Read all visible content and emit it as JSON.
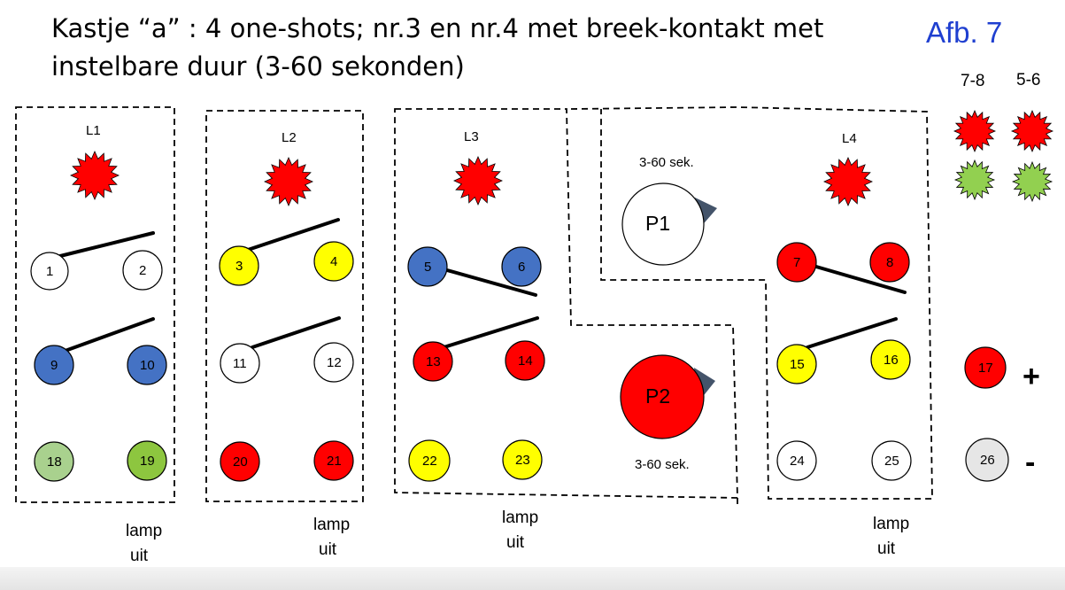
{
  "title": {
    "line1": "Kastje “a” : 4 one-shots; nr.3 en nr.4  met  breek-kontakt met",
    "line2": "instelbare duur (3-60 sekonden)",
    "figure_label": "Afb. 7"
  },
  "lamp_labels": {
    "L1": "L1",
    "L2": "L2",
    "L3": "L3",
    "L4": "L4"
  },
  "legend": {
    "col1": "7-8",
    "col2": "5-6"
  },
  "colors": {
    "white": "#ffffff",
    "yellow": "#ffff00",
    "blue": "#4472c4",
    "red": "#ff0000",
    "light_green": "#a9d18e",
    "green": "#8dc63f",
    "grey": "#e6e6e6",
    "lamp_red": "#ff0000",
    "indicator_green": "#92d050",
    "pump_tip": "#44546a"
  },
  "terminals": [
    {
      "num": "1",
      "color": "white"
    },
    {
      "num": "2",
      "color": "white"
    },
    {
      "num": "3",
      "color": "yellow"
    },
    {
      "num": "4",
      "color": "yellow"
    },
    {
      "num": "5",
      "color": "blue"
    },
    {
      "num": "6",
      "color": "blue"
    },
    {
      "num": "7",
      "color": "red"
    },
    {
      "num": "8",
      "color": "red"
    },
    {
      "num": "9",
      "color": "blue"
    },
    {
      "num": "10",
      "color": "blue"
    },
    {
      "num": "11",
      "color": "white"
    },
    {
      "num": "12",
      "color": "white"
    },
    {
      "num": "13",
      "color": "red"
    },
    {
      "num": "14",
      "color": "red"
    },
    {
      "num": "15",
      "color": "yellow"
    },
    {
      "num": "16",
      "color": "yellow"
    },
    {
      "num": "17",
      "color": "red"
    },
    {
      "num": "18",
      "color": "light_green"
    },
    {
      "num": "19",
      "color": "green"
    },
    {
      "num": "20",
      "color": "red"
    },
    {
      "num": "21",
      "color": "red"
    },
    {
      "num": "22",
      "color": "yellow"
    },
    {
      "num": "23",
      "color": "yellow"
    },
    {
      "num": "24",
      "color": "white"
    },
    {
      "num": "25",
      "color": "white"
    },
    {
      "num": "26",
      "color": "grey"
    }
  ],
  "pumps": {
    "p1": {
      "label": "P1",
      "duration": "3-60 sek.",
      "color": "white"
    },
    "p2": {
      "label": "P2",
      "duration": "3-60 sek.",
      "color": "red"
    }
  },
  "polarity": {
    "plus": "+",
    "minus": "-"
  },
  "lamp_uit": {
    "line1": "lamp",
    "line2": "uit"
  }
}
